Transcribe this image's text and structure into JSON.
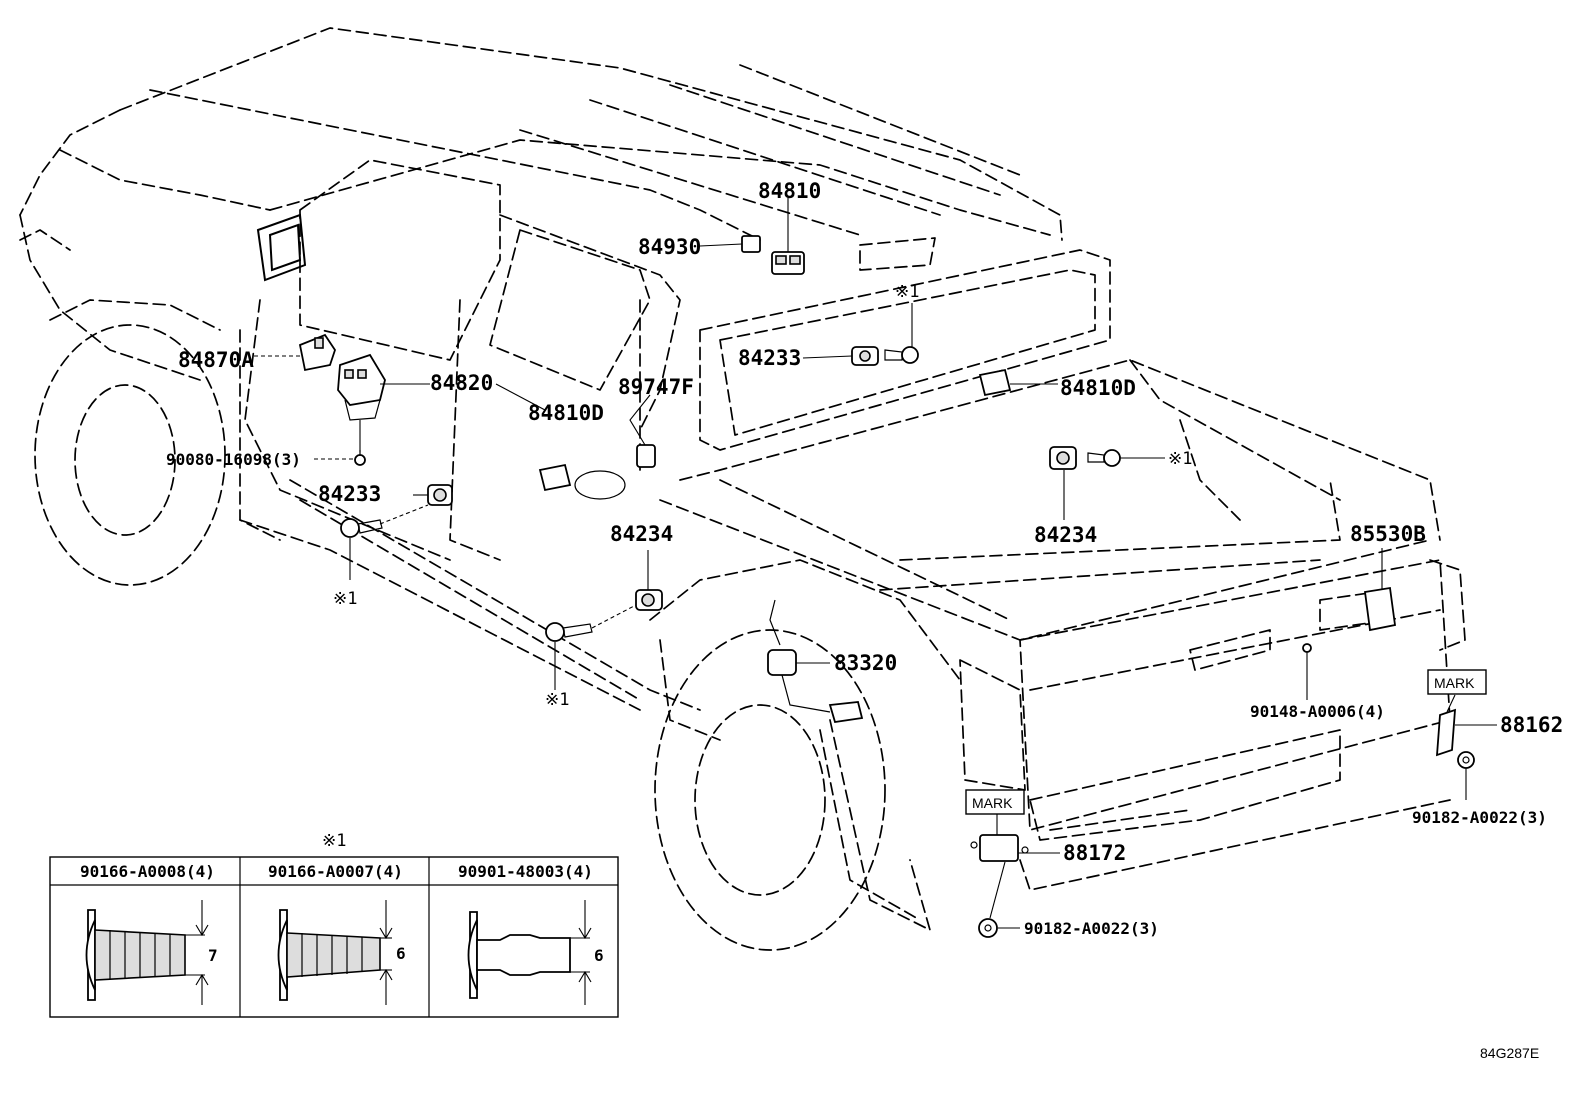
{
  "diagram_code": "84G287E",
  "callouts": [
    {
      "id": "84810",
      "text": "84810"
    },
    {
      "id": "84930",
      "text": "84930"
    },
    {
      "id": "84870A",
      "text": "84870A"
    },
    {
      "id": "84820",
      "text": "84820"
    },
    {
      "id": "84810D_left",
      "text": "84810D"
    },
    {
      "id": "89747F",
      "text": "89747F"
    },
    {
      "id": "84233_roof",
      "text": "84233"
    },
    {
      "id": "84810D_right",
      "text": "84810D"
    },
    {
      "id": "90080",
      "text": "90080-16098(3)"
    },
    {
      "id": "84233_left",
      "text": "84233"
    },
    {
      "id": "84234_mid",
      "text": "84234"
    },
    {
      "id": "84234_right",
      "text": "84234"
    },
    {
      "id": "85530B",
      "text": "85530B"
    },
    {
      "id": "83320",
      "text": "83320"
    },
    {
      "id": "90148",
      "text": "90148-A0006(4)"
    },
    {
      "id": "88162",
      "text": "88162"
    },
    {
      "id": "90182_right",
      "text": "90182-A0022(3)"
    },
    {
      "id": "88172",
      "text": "88172"
    },
    {
      "id": "90182_bottom",
      "text": "90182-A0022(3)"
    }
  ],
  "reference_marks": {
    "symbol": "※1",
    "count_visible": 5
  },
  "mark_labels": [
    "MARK",
    "MARK"
  ],
  "fastener_table": {
    "title": "※1",
    "columns": [
      {
        "part_number": "90166-A0008(4)",
        "dimension": "7"
      },
      {
        "part_number": "90166-A0007(4)",
        "dimension": "6"
      },
      {
        "part_number": "90901-48003(4)",
        "dimension": "6"
      }
    ]
  }
}
